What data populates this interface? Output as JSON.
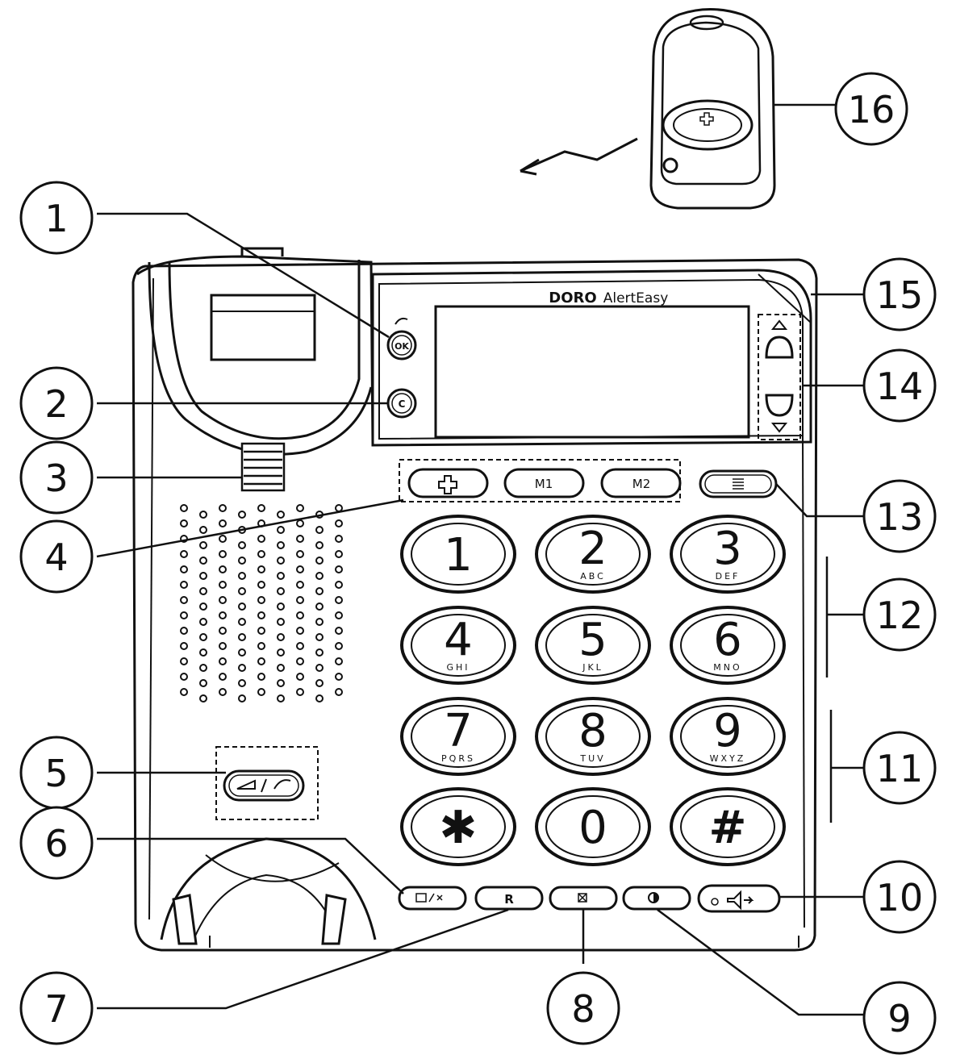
{
  "brand": {
    "logo": "DORO",
    "model": "AlertEasy"
  },
  "callouts": [
    {
      "num": "1"
    },
    {
      "num": "2"
    },
    {
      "num": "3"
    },
    {
      "num": "4"
    },
    {
      "num": "5"
    },
    {
      "num": "6"
    },
    {
      "num": "7"
    },
    {
      "num": "8"
    },
    {
      "num": "9"
    },
    {
      "num": "10"
    },
    {
      "num": "11"
    },
    {
      "num": "12"
    },
    {
      "num": "13"
    },
    {
      "num": "14"
    },
    {
      "num": "15"
    },
    {
      "num": "16"
    }
  ],
  "buttons": {
    "ok": "OK",
    "clear": "C",
    "m1": "M1",
    "m2": "M2",
    "recall": "R"
  },
  "keypad": [
    {
      "digit": "1",
      "letters": ""
    },
    {
      "digit": "2",
      "letters": "ABC"
    },
    {
      "digit": "3",
      "letters": "DEF"
    },
    {
      "digit": "4",
      "letters": "GHI"
    },
    {
      "digit": "5",
      "letters": "JKL"
    },
    {
      "digit": "6",
      "letters": "MNO"
    },
    {
      "digit": "7",
      "letters": "PQRS"
    },
    {
      "digit": "8",
      "letters": "TUV"
    },
    {
      "digit": "9",
      "letters": "WXYZ"
    },
    {
      "digit": "✱",
      "letters": ""
    },
    {
      "digit": "0",
      "letters": ""
    },
    {
      "digit": "#",
      "letters": ""
    }
  ],
  "icons": {
    "emergency": "emergency-cross-icon",
    "menu": "menu-lines-icon",
    "volume_ringer": "volume-ringer-icon",
    "phonebook_mute": "phonebook-mute-icon",
    "redial": "redial-icon",
    "speaker": "speakerphone-icon",
    "scroll_up": "arrow-up-icon",
    "scroll_down": "arrow-down-icon"
  }
}
